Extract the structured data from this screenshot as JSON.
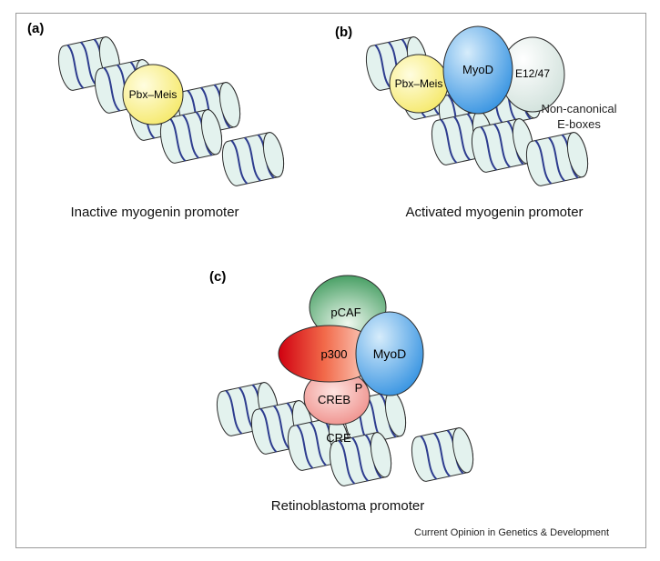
{
  "panels": {
    "a": {
      "label": "(a)",
      "caption": "Inactive myogenin promoter",
      "proteins": {
        "pbx_meis": "Pbx–Meis"
      }
    },
    "b": {
      "label": "(b)",
      "caption": "Activated myogenin promoter",
      "proteins": {
        "pbx_meis": "Pbx–Meis",
        "myod": "MyoD",
        "e12_47": "E12/47"
      },
      "annotation_line1": "Non-canonical",
      "annotation_line2": "E-boxes"
    },
    "c": {
      "label": "(c)",
      "caption": "Retinoblastoma promoter",
      "proteins": {
        "pcaf": "pCAF",
        "p300": "p300",
        "myod": "MyoD",
        "creb": "CREB",
        "phospho": "P"
      },
      "site": "CRE"
    }
  },
  "credit": "Current Opinion in Genetics & Development",
  "colors": {
    "nucleosome_fill": "#e3f2ee",
    "nucleosome_stroke": "#2c2c2c",
    "dna": "#2e3d8f",
    "pbx_meis": "#fbf3a0",
    "myod": "#4aa5e8",
    "e12_47": "#e8f1ee",
    "pcaf": "#58ad70",
    "p300": "#d61a1a",
    "creb": "#f08a88"
  }
}
